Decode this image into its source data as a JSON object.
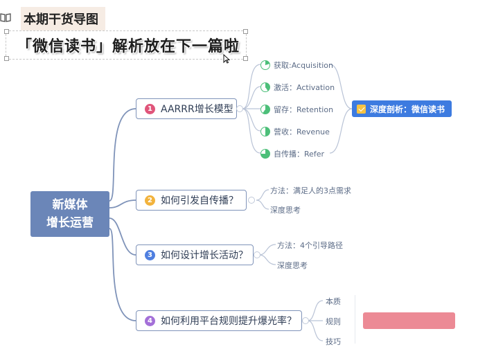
{
  "header": {
    "heading": "本期干货导图",
    "subtitle": "「微信读书」解析放在下一篇啦"
  },
  "mindmap": {
    "root": [
      "新媒体",
      "增长运营"
    ],
    "branches": [
      {
        "num": "1",
        "num_color": "#e0557a",
        "label": "AARRR增长模型",
        "children": [
          {
            "label": "获取:Acquisition",
            "fill": 0.2
          },
          {
            "label": "激活：Activation",
            "fill": 0.4
          },
          {
            "label": "留存：Retention",
            "fill": 0.6
          },
          {
            "label": "营收：Revenue",
            "fill": 0.5
          },
          {
            "label": "自传播：Refer",
            "fill": 0.75
          }
        ],
        "tag": "深度剖析：微信读书"
      },
      {
        "num": "2",
        "num_color": "#f2b33d",
        "label": "如何引发自传播？",
        "children": [
          {
            "label": "方法：满足人的3点需求"
          },
          {
            "label": "深度思考"
          }
        ]
      },
      {
        "num": "3",
        "num_color": "#4f7fe0",
        "label": "如何设计增长活动？",
        "children": [
          {
            "label": "方法：4个引导路径"
          },
          {
            "label": "深度思考"
          }
        ]
      },
      {
        "num": "4",
        "num_color": "#a470d8",
        "label": "如何利用平台规则提升爆光率？",
        "children": [
          {
            "label": "本质"
          },
          {
            "label": "规则"
          },
          {
            "label": "技巧"
          }
        ]
      }
    ]
  },
  "colors": {
    "root": "#6b86b8",
    "line": "#7f93b9",
    "pie": "#4cbf79",
    "tag": "#3d7be0",
    "redacted": "#ec8a95"
  }
}
